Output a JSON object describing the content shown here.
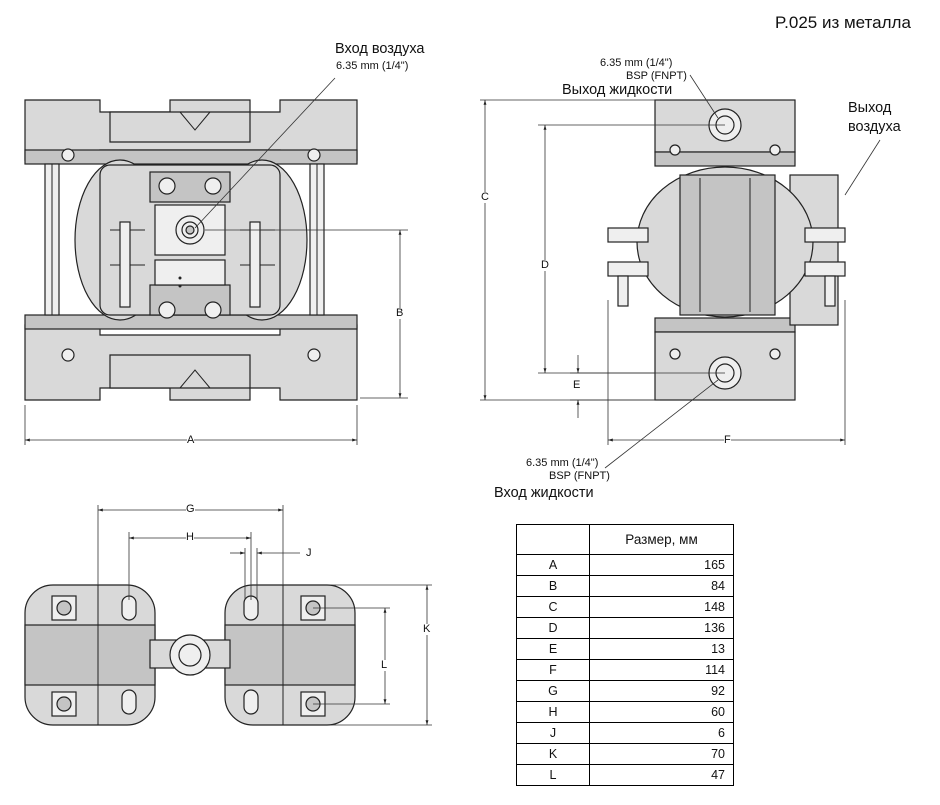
{
  "title": "P.025 из металла",
  "front_view": {
    "air_inlet_label": "Вход воздуха",
    "air_inlet_size": "6.35 mm (1/4\")",
    "dim_a": "A",
    "dim_b": "B"
  },
  "side_view": {
    "fluid_outlet_size": "6.35 mm (1/4\")",
    "fluid_outlet_thread": "BSP (FNPT)",
    "fluid_outlet_label": "Выход жидкости",
    "air_outlet_label_line1": "Выход",
    "air_outlet_label_line2": "воздуха",
    "fluid_inlet_size": "6.35 mm (1/4\")",
    "fluid_inlet_thread": "BSP (FNPT)",
    "fluid_inlet_label": "Вход жидкости",
    "dim_c": "C",
    "dim_d": "D",
    "dim_e": "E",
    "dim_f": "F"
  },
  "bottom_view": {
    "dim_g": "G",
    "dim_h": "H",
    "dim_j": "J",
    "dim_k": "K",
    "dim_l": "L"
  },
  "dimension_table": {
    "header_label": "",
    "header_value": "Размер, мм",
    "rows": [
      {
        "label": "A",
        "value": "165"
      },
      {
        "label": "B",
        "value": "84"
      },
      {
        "label": "C",
        "value": "148"
      },
      {
        "label": "D",
        "value": "136"
      },
      {
        "label": "E",
        "value": "13"
      },
      {
        "label": "F",
        "value": "114"
      },
      {
        "label": "G",
        "value": "92"
      },
      {
        "label": "H",
        "value": "60"
      },
      {
        "label": "J",
        "value": "6"
      },
      {
        "label": "K",
        "value": "70"
      },
      {
        "label": "L",
        "value": "47"
      }
    ]
  }
}
